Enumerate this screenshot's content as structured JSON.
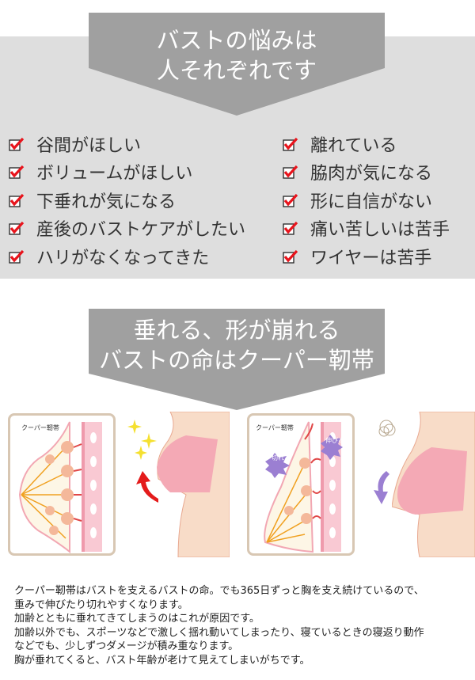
{
  "header1": {
    "line1": "バストの悩みは",
    "line2": "人それぞれです"
  },
  "worries_left": [
    "谷間がほしい",
    "ボリュームがほしい",
    "下垂れが気になる",
    "産後のバストケアがしたい",
    "ハリがなくなってきた"
  ],
  "worries_right": [
    "離れている",
    "脇肉が気になる",
    "形に自信がない",
    "痛い苦しいは苦手",
    "ワイヤーは苦手"
  ],
  "header2": {
    "line1": "垂れる、形が崩れる",
    "line2": "バストの命はクーパー靭帯"
  },
  "illustration": {
    "left_label": "クーパー靭帯",
    "right_label": "クーパー靭帯",
    "burst_cut": "切れる",
    "burst_stretch": "伸びる"
  },
  "paragraph": [
    "クーパー靭帯はバストを支えるバストの命。でも365日ずっと胸を支え続けているので、",
    "重みで伸びたり切れやすくなります。",
    "加齢とともに垂れてきてしまうのはこれが原因です。",
    "加齢以外でも、スポーツなどで激しく揺れ動いてしまったり、寝ているときの寝返り動作",
    "などでも、少しずつダメージが積み重なります。",
    "胸が垂れてくると、バスト年齢が老けて見えてしまいがちです。"
  ],
  "colors": {
    "band": "#dedede",
    "banner": "#a0a0a0",
    "check": "#e8141c",
    "skin": "#f8dcc8",
    "bra": "#f4a9b5"
  }
}
